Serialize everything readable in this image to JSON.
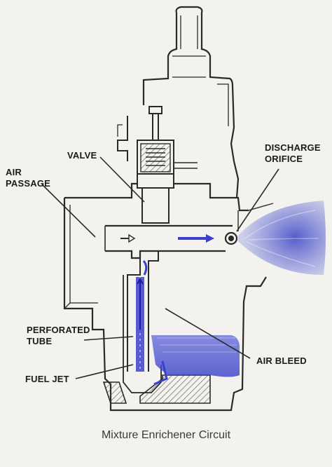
{
  "labels": {
    "valve": "VALVE",
    "discharge_orifice_line1": "DISCHARGE",
    "discharge_orifice_line2": "ORIFICE",
    "air_passage_line1": "AIR",
    "air_passage_line2": "PASSAGE",
    "perforated_tube_line1": "PERFORATED",
    "perforated_tube_line2": "TUBE",
    "air_bleed": "AIR BLEED",
    "fuel_jet": "FUEL JET"
  },
  "caption": "Mixture Enrichener Circuit",
  "colors": {
    "line": "#2a2a2a",
    "fuel_blue": "#3a3fd0",
    "spray_blue": "#4a55c8",
    "background": "#f3f2ee"
  }
}
